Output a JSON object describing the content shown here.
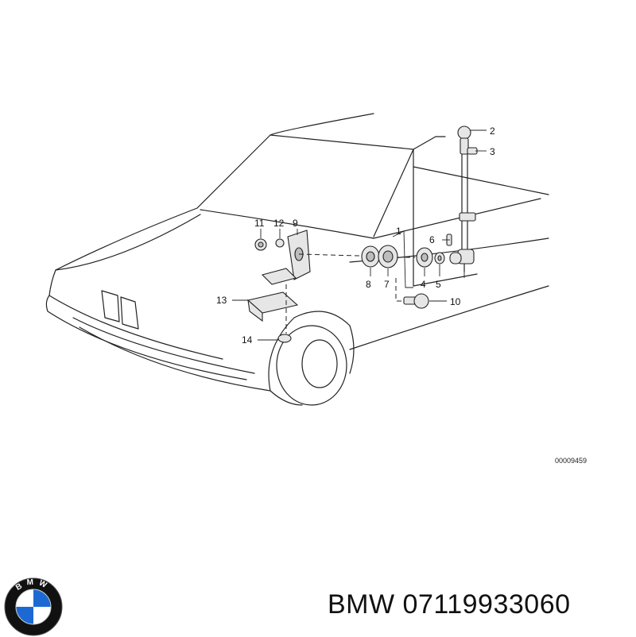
{
  "diagram": {
    "callouts": [
      "1",
      "2",
      "3",
      "4",
      "5",
      "6",
      "7",
      "8",
      "9",
      "10",
      "11",
      "12",
      "13",
      "14"
    ],
    "reference_code": "00009459"
  },
  "logo": {
    "letters": "BMW",
    "colors": {
      "blue": "#1c69d4",
      "white": "#ffffff",
      "ring": "#111111"
    }
  },
  "caption": {
    "text": "BMW 07119933060"
  }
}
